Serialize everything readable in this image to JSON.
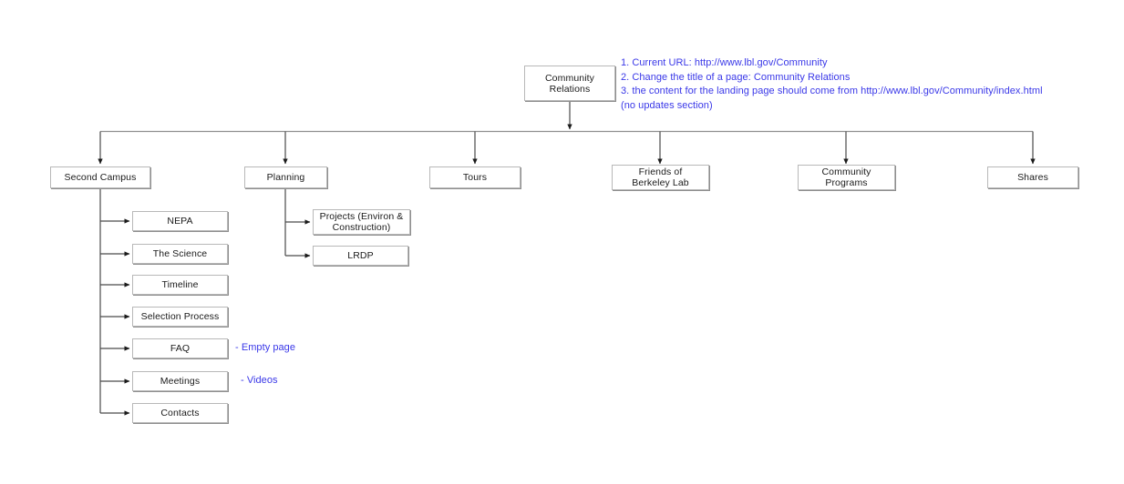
{
  "diagram": {
    "type": "sitemap-tree",
    "accent_color": "#3a38e8",
    "box_border_color": "#b8b8b8",
    "root": {
      "label": "Community\nRelations"
    },
    "level2": [
      {
        "label": "Second Campus"
      },
      {
        "label": "Planning"
      },
      {
        "label": "Tours"
      },
      {
        "label": "Friends of\nBerkeley Lab"
      },
      {
        "label": "Community\nPrograms"
      },
      {
        "label": "Shares"
      }
    ],
    "second_campus_children": [
      {
        "label": "NEPA",
        "note": ""
      },
      {
        "label": "The Science",
        "note": ""
      },
      {
        "label": "Timeline",
        "note": ""
      },
      {
        "label": "Selection Process",
        "note": ""
      },
      {
        "label": "FAQ",
        "note": "- Empty page"
      },
      {
        "label": "Meetings",
        "note": "- Videos"
      },
      {
        "label": "Contacts",
        "note": ""
      }
    ],
    "planning_children": [
      {
        "label": "Projects (Environ &\nConstruction)"
      },
      {
        "label": "LRDP"
      }
    ],
    "notes": {
      "root_annotation": "1. Current URL: http://www.lbl.gov/Community\n2. Change the title of a page: Community Relations\n3. the content for the landing page should come from http://www.lbl.gov/Community/index.html\n(no updates section)"
    }
  }
}
